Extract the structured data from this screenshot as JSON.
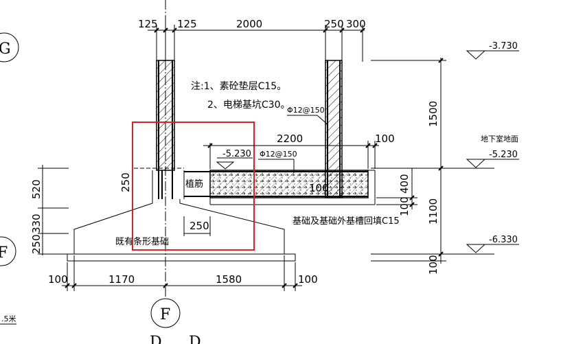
{
  "drawing": {
    "notes": {
      "line1": "注:1、素砼垫层C15。",
      "line2": "2、电梯基坑C30。"
    },
    "rebar_labels": {
      "wall": "Φ12@150",
      "slab": "Φ12@150"
    },
    "labels": {
      "plant_bar": "植筋",
      "existing_footing": "既有条形基础",
      "backfill": "基础及基础外基槽回填C15",
      "basement_floor": "地下室地面",
      "scale_fragment": ".5米"
    },
    "elevations": {
      "top": "-3.730",
      "pit_floor_right": "-5.230",
      "pit_floor_left": "-5.230",
      "bottom": "-6.330"
    },
    "top_dims": [
      "125",
      "125",
      "2000",
      "250",
      "300"
    ],
    "mid_dims": {
      "span": "2200",
      "edge": "100",
      "inner_100": "100",
      "step_250": "250"
    },
    "left_dims": [
      "520",
      "250",
      "330",
      "250"
    ],
    "right_dims": [
      "1500",
      "400",
      "100",
      "1100",
      "100"
    ],
    "bottom_dims": [
      "100",
      "1170",
      "1580",
      "100"
    ],
    "axes": {
      "g": "G",
      "f_left": "F",
      "f_bottom": "F",
      "bottom_fragment_1": "D",
      "bottom_fragment_2": "D"
    },
    "highlight_color": "#e02020"
  }
}
